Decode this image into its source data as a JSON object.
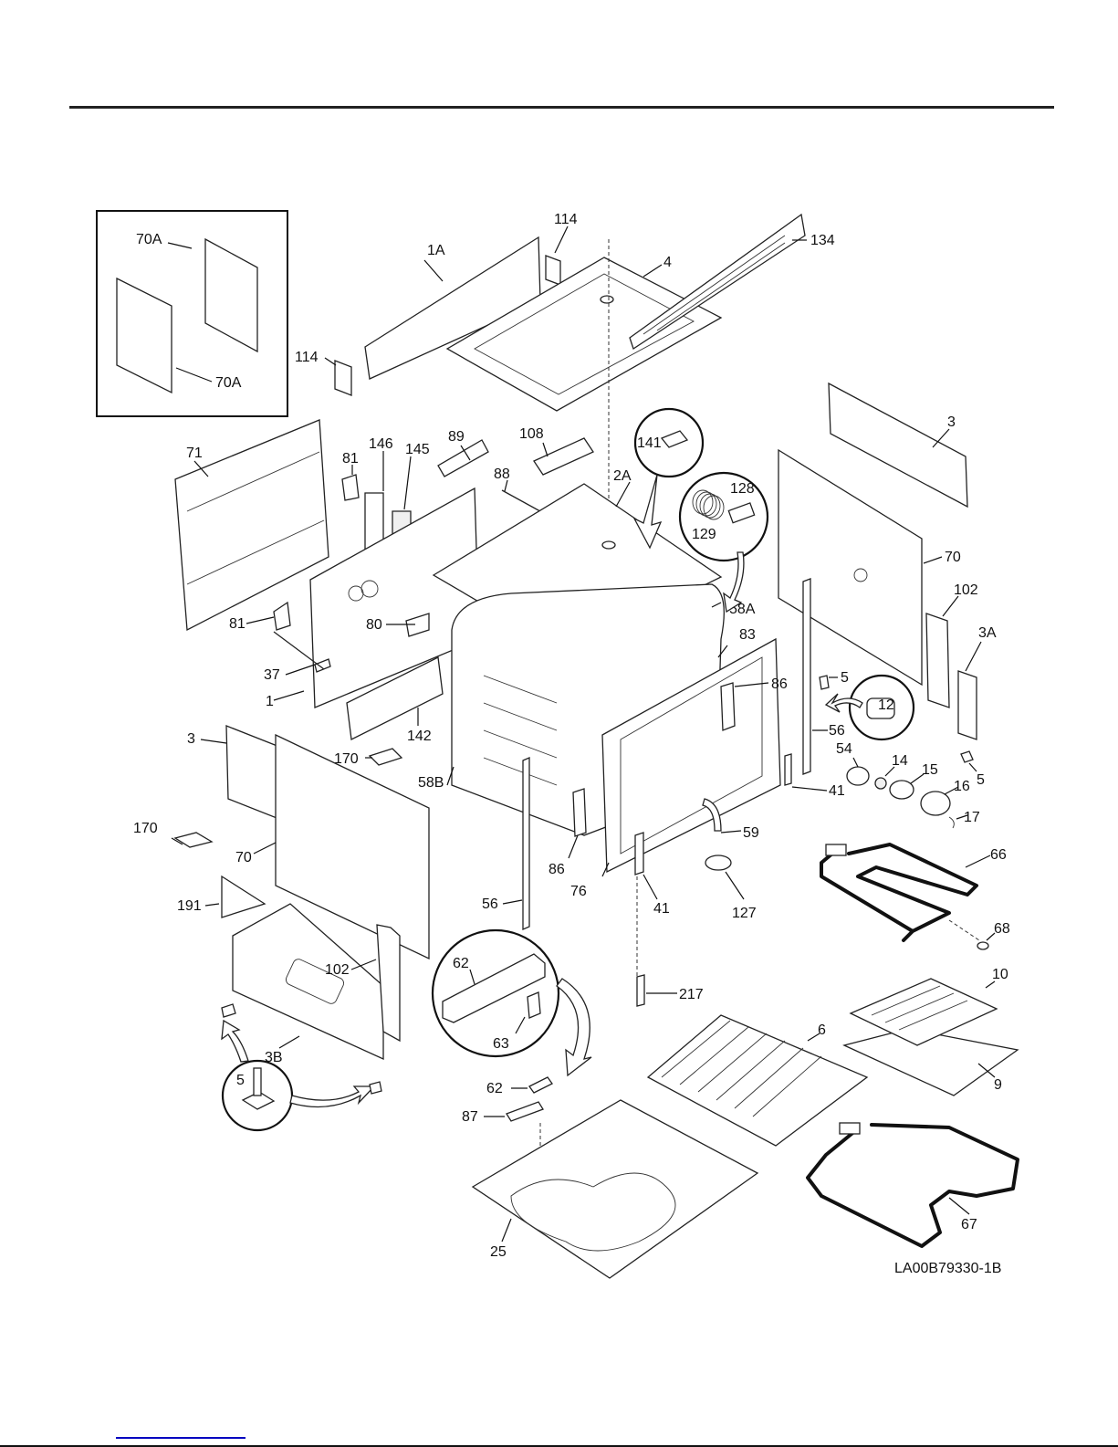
{
  "document": {
    "drawing_id": "LA00B79330-1B",
    "inset_labels": [
      "70A",
      "70A"
    ]
  },
  "callouts": {
    "c1A": "1A",
    "c114a": "114",
    "c114b": "114",
    "c4": "4",
    "c134": "134",
    "c71": "71",
    "c81a": "81",
    "c146": "146",
    "c145": "145",
    "c89": "89",
    "c108": "108",
    "c88": "88",
    "c2A": "2A",
    "c141": "141",
    "c128": "128",
    "c129": "129",
    "c3top": "3",
    "c70right": "70",
    "c102right": "102",
    "c3A": "3A",
    "c81b": "81",
    "c80": "80",
    "c37": "37",
    "c1": "1",
    "c142": "142",
    "c58A": "58A",
    "c83": "83",
    "c5a": "5",
    "c12": "12",
    "c86a": "86",
    "c56a": "56",
    "c5b": "5",
    "c54": "54",
    "c14": "14",
    "c15": "15",
    "c16": "16",
    "c17": "17",
    "c41a": "41",
    "c3left": "3",
    "c170a": "170",
    "c58B": "58B",
    "c170b": "170",
    "c70left": "70",
    "c86b": "86",
    "c76": "76",
    "c41b": "41",
    "c59": "59",
    "c66": "66",
    "c127": "127",
    "c191": "191",
    "c56b": "56",
    "c102left": "102",
    "c62a": "62",
    "c63": "63",
    "c68": "68",
    "c217": "217",
    "c10": "10",
    "c3B": "3B",
    "c5c": "5",
    "c6": "6",
    "c62b": "62",
    "c9": "9",
    "c87": "87",
    "c67": "67",
    "c25": "25"
  }
}
